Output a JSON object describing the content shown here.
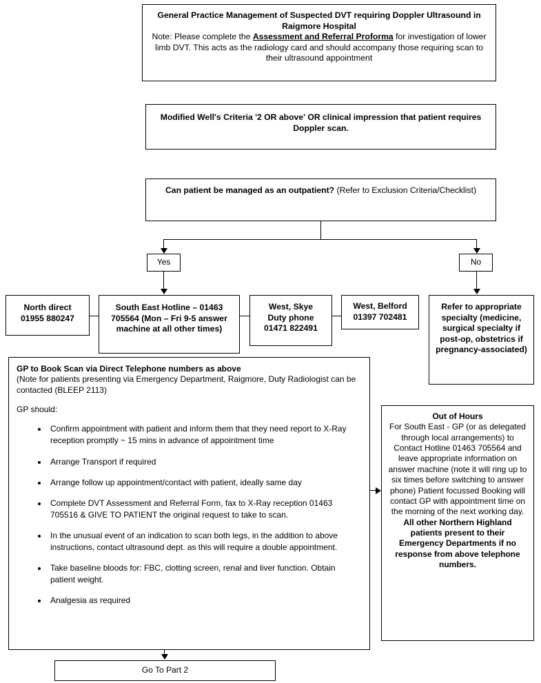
{
  "document": {
    "title": "General Practice Management of Suspected DVT requiring Doppler Ultrasound in Raigmore Hospital"
  },
  "title_box": {
    "heading": "General Practice Management of Suspected DVT requiring Doppler Ultrasound in Raigmore Hospital",
    "note_prefix": "Note: Please complete the ",
    "note_link": "Assessment and Referral Proforma",
    "note_suffix": " for investigation of lower limb DVT. This acts as the radiology card and should accompany those requiring scan to their ultrasound appointment"
  },
  "wells_box": {
    "text": "Modified Well's Criteria '2 OR above' OR clinical impression that patient requires Doppler scan."
  },
  "outpatient_box": {
    "question": "Can patient be managed as an outpatient?",
    "qualifier": " (Refer to Exclusion Criteria/Checklist)"
  },
  "decision": {
    "yes_label": "Yes",
    "no_label": "No"
  },
  "contacts": [
    {
      "name": "north-direct",
      "lines": [
        "North direct",
        "01955 880247"
      ]
    },
    {
      "name": "south-east-hotline",
      "lines": [
        "South East Hotline – 01463 705564 (Mon – Fri 9-5 answer machine at all other times)"
      ]
    },
    {
      "name": "west-skye",
      "lines": [
        "West, Skye",
        "Duty phone",
        "01471 822491"
      ]
    },
    {
      "name": "west-belford",
      "lines": [
        "West, Belford",
        "01397 702481"
      ]
    }
  ],
  "refer_box": {
    "text": "Refer to appropriate specialty (medicine, surgical specialty if post-op, obstetrics if pregnancy-associated)"
  },
  "gp_box": {
    "heading": "GP to Book Scan via Direct Telephone numbers as above",
    "note": "(Note for patients presenting via Emergency Department, Raigmore, Duty Radiologist can be contacted (BLEEP 2113)",
    "should_label": "GP should:",
    "bullets": [
      "Confirm appointment with patient and inform them that they need report to X-Ray reception promptly ~ 15 mins in advance of appointment time",
      "Arrange Transport if required",
      "Arrange follow up appointment/contact with patient, ideally same day",
      "Complete DVT Assessment and Referral Form, fax to X-Ray reception 01463 705516 & GIVE TO PATIENT  the original request to take to scan.",
      "In the unusual event of an indication to scan both legs, in the addition to above instructions, contact ultrasound dept. as this will require a double appointment.",
      "Take baseline bloods for: FBC, clotting screen, renal and liver function. Obtain patient weight.",
      "Analgesia as required"
    ]
  },
  "out_of_hours_box": {
    "heading": "Out of Hours",
    "body": "For South East - GP (or as delegated through local arrangements) to Contact Hotline 01463 705564 and leave appropriate information on answer machine (note it will ring up to six times before switching to answer phone) Patient focussed Booking will contact GP with appointment time on the morning of the next working day.",
    "tail": "All other Northern Highland patients present to their Emergency Departments if no response from above telephone numbers."
  },
  "part2_box": {
    "label": "Go To Part 2"
  },
  "colors": {
    "border": "#000000",
    "text": "#000000",
    "background": "#ffffff"
  }
}
